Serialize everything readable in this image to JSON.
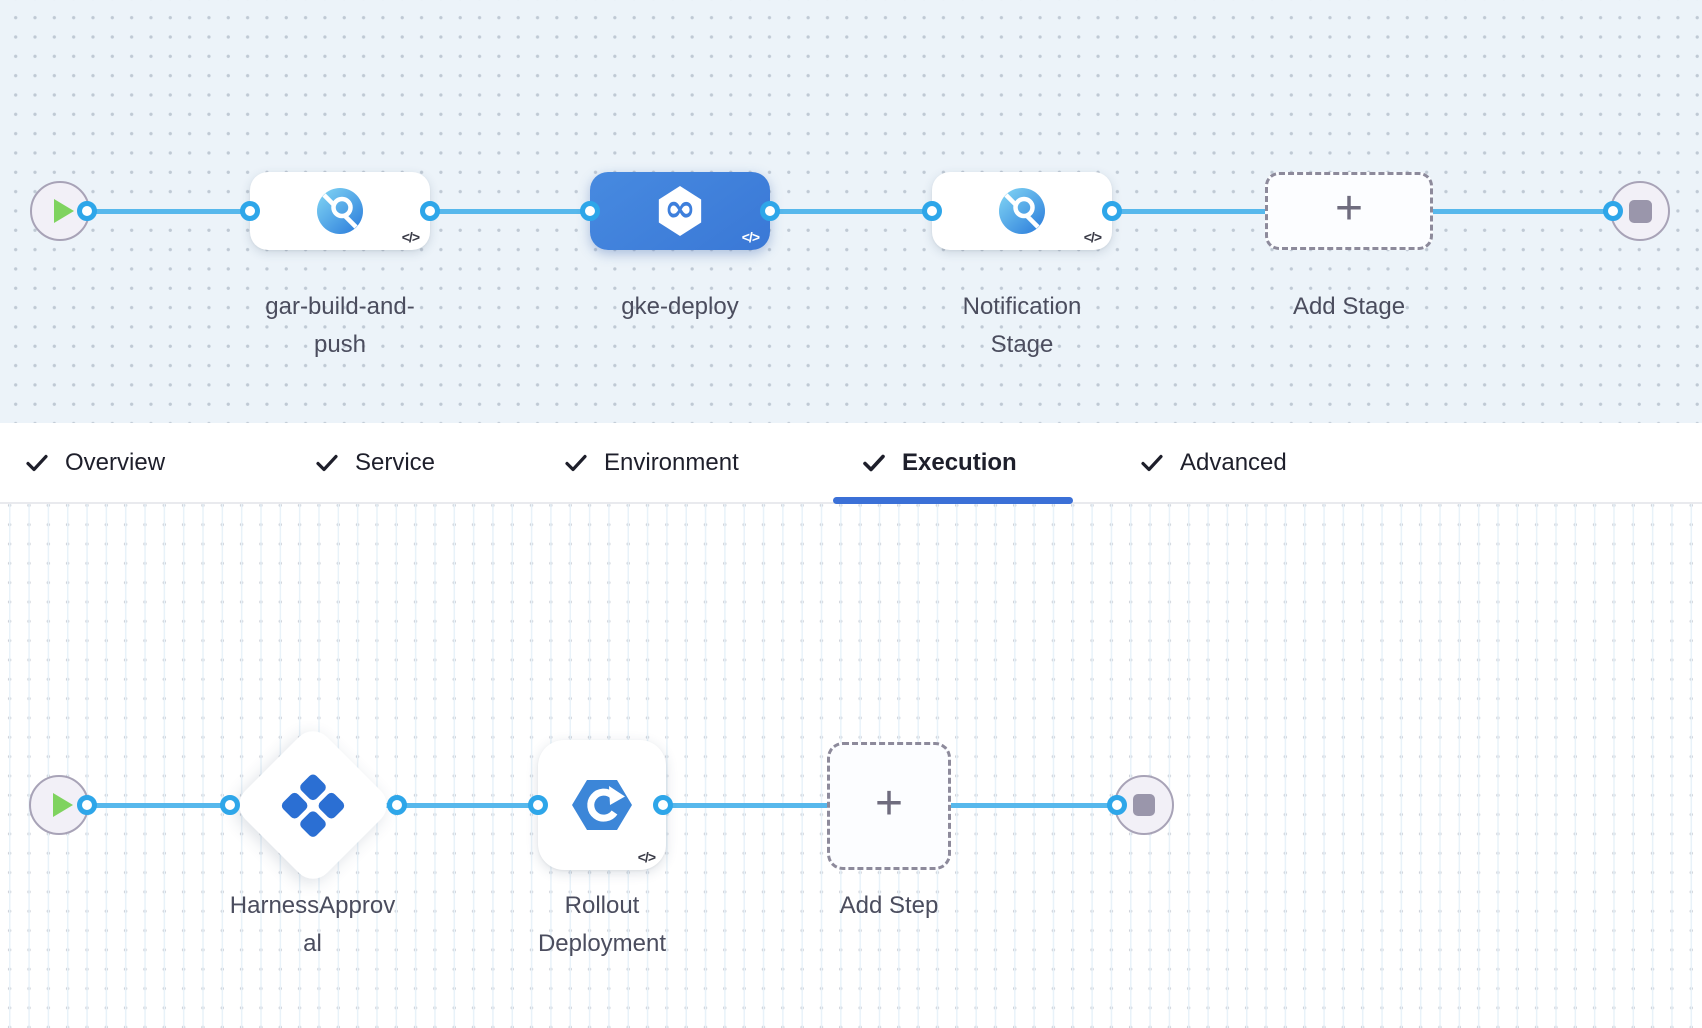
{
  "pipeline": {
    "stages": [
      {
        "label": "gar-build-and-push",
        "selected": false,
        "icon": "ci-build-icon"
      },
      {
        "label": "gke-deploy",
        "selected": true,
        "icon": "cd-deploy-icon"
      },
      {
        "label": "Notification Stage",
        "selected": false,
        "icon": "custom-stage-icon"
      }
    ],
    "add_stage_label": "Add Stage",
    "yaml_badge": "</>"
  },
  "tabs": [
    {
      "label": "Overview",
      "checked": true,
      "active": false
    },
    {
      "label": "Service",
      "checked": true,
      "active": false
    },
    {
      "label": "Environment",
      "checked": true,
      "active": false
    },
    {
      "label": "Execution",
      "checked": true,
      "active": true
    },
    {
      "label": "Advanced",
      "checked": true,
      "active": false
    }
  ],
  "execution": {
    "steps": [
      {
        "label": "HarnessApproval",
        "icon": "approval-icon"
      },
      {
        "label": "Rollout Deployment",
        "icon": "k8s-rollout-icon"
      }
    ],
    "add_step_label": "Add Step",
    "yaml_badge": "</>"
  },
  "colors": {
    "connector_blue": "#57b8ec",
    "dot_ring_blue": "#2ea6e9",
    "selected_stage_blue": "#3e7fdc",
    "tab_underline_blue": "#3b70d7",
    "start_node_green": "#7fd35f",
    "canvas_top_bg": "#ecf3f9",
    "canvas_bottom_bg": "#ffffff"
  }
}
